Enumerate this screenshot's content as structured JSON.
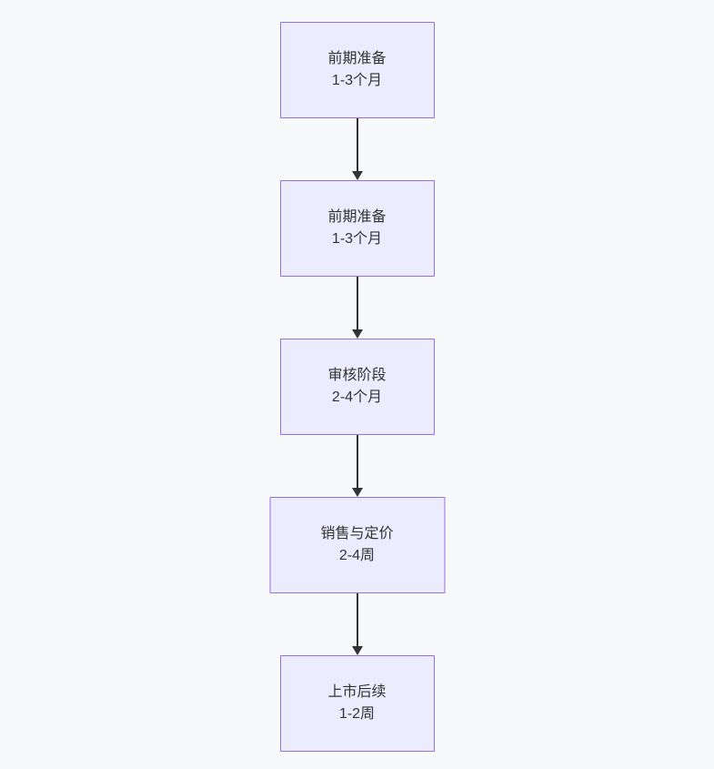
{
  "page": {
    "background_color": "#f8f9fb"
  },
  "diagram": {
    "type": "flowchart",
    "direction": "top-down",
    "node_fill_color": "#ECECFF",
    "node_border_color": "#9370DB",
    "arrow_color": "#333333",
    "text_color": "#333333",
    "nodes": [
      {
        "id": "node-1",
        "title": "前期准备",
        "duration": "1-3个月"
      },
      {
        "id": "node-2",
        "title": "前期准备",
        "duration": "1-3个月"
      },
      {
        "id": "node-3",
        "title": "审核阶段",
        "duration": "2-4个月"
      },
      {
        "id": "node-4",
        "title": "销售与定价",
        "duration": "2-4周"
      },
      {
        "id": "node-5",
        "title": "上市后续",
        "duration": "1-2周"
      }
    ],
    "edges": [
      {
        "from": "node-1",
        "to": "node-2"
      },
      {
        "from": "node-2",
        "to": "node-3"
      },
      {
        "from": "node-3",
        "to": "node-4"
      },
      {
        "from": "node-4",
        "to": "node-5"
      }
    ]
  }
}
